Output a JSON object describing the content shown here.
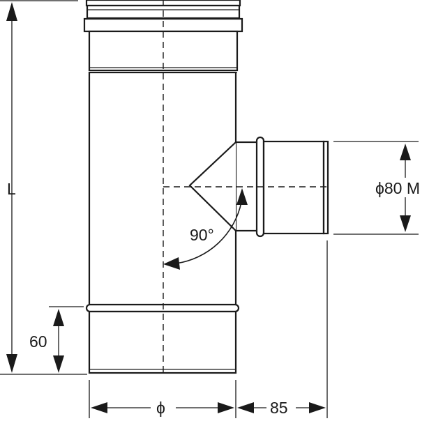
{
  "labels": {
    "length": "L",
    "socket_height": "60",
    "angle": "90°",
    "branch_diameter": "ϕ80 M",
    "main_diameter": "ϕ",
    "branch_length": "85"
  }
}
